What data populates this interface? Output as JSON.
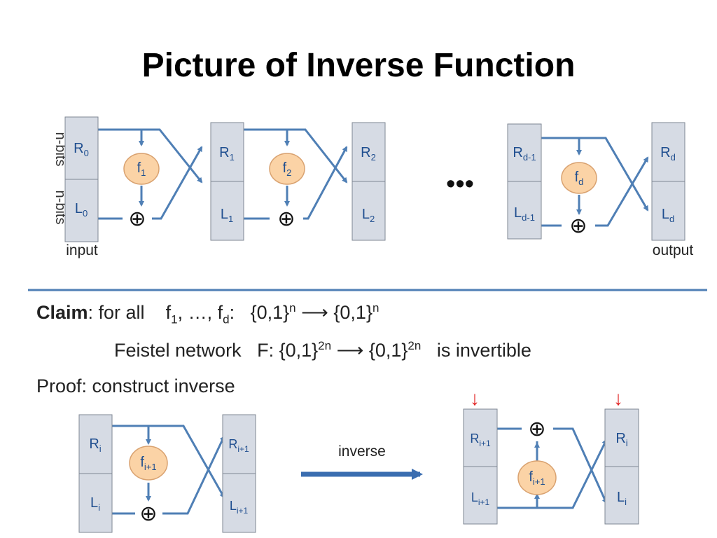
{
  "title": "Picture of Inverse Function",
  "top_diagram": {
    "side_labels": [
      "n-bits",
      "n-bits"
    ],
    "input_label": "input",
    "output_label": "output",
    "ellipsis": "•••",
    "xor_symbol": "⊕",
    "registers": [
      {
        "r_base": "R",
        "r_sub": "0",
        "l_base": "L",
        "l_sub": "0"
      },
      {
        "r_base": "R",
        "r_sub": "1",
        "l_base": "L",
        "l_sub": "1"
      },
      {
        "r_base": "R",
        "r_sub": "2",
        "l_base": "L",
        "l_sub": "2"
      },
      {
        "r_base": "R",
        "r_sub": "d-1",
        "l_base": "L",
        "l_sub": "d-1"
      },
      {
        "r_base": "R",
        "r_sub": "d",
        "l_base": "L",
        "l_sub": "d"
      }
    ],
    "functions": [
      {
        "base": "f",
        "sub": "1"
      },
      {
        "base": "f",
        "sub": "2"
      },
      {
        "base": "f",
        "sub": "d"
      }
    ]
  },
  "claim": {
    "label": "Claim",
    "line1_prefix": ": for all",
    "f1_base": "f",
    "f1_sub": "1",
    "mid": ", …, ",
    "fd_base": "f",
    "fd_sub": "d",
    "set": "{0,1}",
    "exp_n": "n",
    "arrow": "⟶",
    "colon": ":",
    "line2_prefix": "Feistel network",
    "F_prefix": "F: ",
    "exp_2n": "2n",
    "line2_suffix": "is invertible",
    "proof": "Proof:  construct inverse"
  },
  "bottom_diagram": {
    "inverse_label": "inverse",
    "down_arrow": "↓",
    "xor_symbol": "⊕",
    "left_block": {
      "r_in_base": "R",
      "r_in_sub": "i",
      "l_in_base": "L",
      "l_in_sub": "i",
      "f_base": "f",
      "f_sub": "i+1",
      "r_out_base": "R",
      "r_out_sub": "i+1",
      "l_out_base": "L",
      "l_out_sub": "i+1"
    },
    "right_block": {
      "r_in_base": "R",
      "r_in_sub": "i+1",
      "l_in_base": "L",
      "l_in_sub": "i+1",
      "f_base": "f",
      "f_sub": "i+1",
      "r_out_base": "R",
      "r_out_sub": "i",
      "l_out_base": "L",
      "l_out_sub": "i"
    }
  },
  "colors": {
    "box_fill": "#d6dbe4",
    "box_stroke": "#7f8793",
    "wire": "#4f7fb5",
    "register_text": "#1f4e8f",
    "f_fill": "#fbd3a6",
    "f_stroke": "#d9a270",
    "separator": "#4f7fb5",
    "red_arrow": "#e02020",
    "inverse_arrow": "#3a6db0"
  }
}
